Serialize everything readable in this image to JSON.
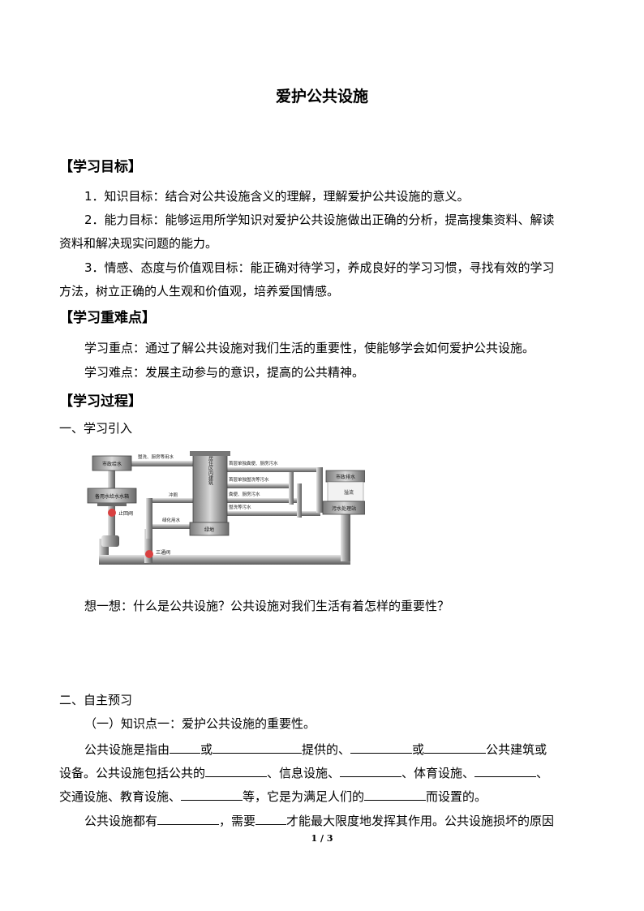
{
  "title": "爱护公共设施",
  "sections": {
    "goals": "【学习目标】",
    "keypoints": "【学习重难点】",
    "process": "【学习过程】"
  },
  "goals": {
    "g1": "1．知识目标：结合对公共设施含义的理解，理解爱护公共设施的意义。",
    "g2a": "2．能力目标：能够运用所学知识对爱护公共设施做出正确的分析，提高搜集资料、解读",
    "g2b": "资料和解决现实问题的能力。",
    "g3a": "3．情感、态度与价值观目标：能正确对待学习，养成良好的学习习惯，寻找有效的学习",
    "g3b": "方法，树立正确的人生观和价值观，培养爱国情感。"
  },
  "keypoints": {
    "focus": "学习重点：通过了解公共设施对我们生活的重要性，使能够学会如何爱护公共设施。",
    "difficulty": "学习难点：发展主动参与的意识，提高的公共精神。"
  },
  "intro": {
    "heading": "一、学习引入",
    "question": "想一想：什么是公共设施？公共设施对我们生活有着怎样的重要性？"
  },
  "diagram": {
    "municipal_supply": "市政给水",
    "backup_tank": "备用水给水水箱",
    "check_valve": "止回阀",
    "three_way_valve": "三通阀",
    "building": "居住区内建筑",
    "green_area": "绿地",
    "municipal_drain": "市政排水",
    "overflow": "溢流",
    "treatment": "污水处理站",
    "flush": "冲厕",
    "greening_water": "绿化用水",
    "wash_kitchen_water": "盥洗、厨房等用水",
    "first_floor_toilet_kitchen": "首层单独粪便、厨房污水",
    "first_floor_wash": "首层单独盥洗等污水",
    "toilet_kitchen": "粪便、厨房污水",
    "wash": "盥洗等污水"
  },
  "preview": {
    "heading": "二、自主预习",
    "sub1": "（一）知识点一：爱护公共设施的重要性。",
    "p1_l1": [
      "公共设施是指由",
      "或",
      "提供的、",
      "或",
      "公共建筑或"
    ],
    "p1_l2": [
      "设备。公共设施包括公共的",
      "、信息设施、",
      "、体育设施、",
      "、"
    ],
    "p1_l3": [
      "交通设施、教育设施、",
      "等，它是为满足人们的",
      "而设置的。"
    ],
    "p2_l1": [
      "公共设施都有",
      "，需要",
      "才能最大限度地发挥其作用。公共设施损坏的原因"
    ]
  },
  "footer": "1 / 3"
}
